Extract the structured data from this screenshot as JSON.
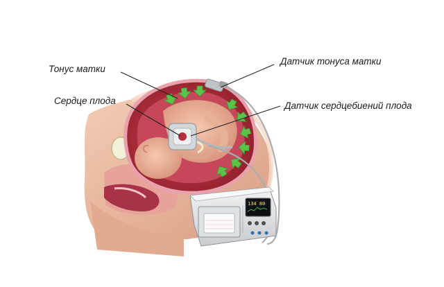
{
  "labels": {
    "uterine_tone": "Тонус матки",
    "fetal_heart": "Сердце плода",
    "tone_sensor": "Датчик тонуса матки",
    "heartbeat_sensor": "Датчик сердцебиений плода"
  },
  "monitor": {
    "screen_readout": "134 80"
  },
  "colors": {
    "skin": "#e9b9a0",
    "uterus_wall": "#d96a78",
    "arrows": "#5cc24a",
    "monitor_body": "#e4e6e8",
    "screen": "#0d0f12"
  }
}
